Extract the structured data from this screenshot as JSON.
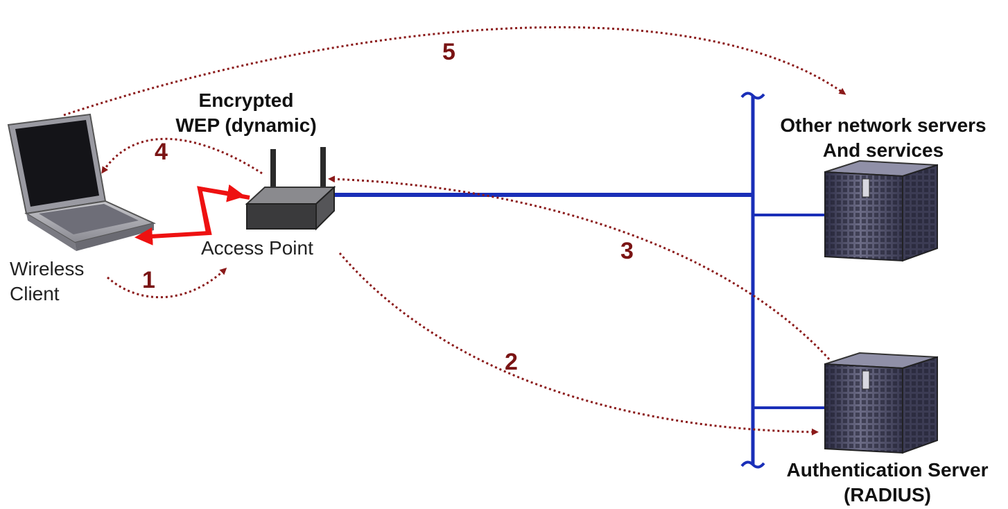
{
  "labels": {
    "encrypted_line1": "Encrypted",
    "encrypted_line2": "WEP (dynamic)",
    "wireless_client_line1": "Wireless",
    "wireless_client_line2": "Client",
    "access_point": "Access Point",
    "other_servers_line1": "Other network servers",
    "other_servers_line2": "And services",
    "auth_server_line1": "Authentication Server",
    "auth_server_line2": "(RADIUS)"
  },
  "steps": {
    "s1": "1",
    "s2": "2",
    "s3": "3",
    "s4": "4",
    "s5": "5"
  },
  "colors": {
    "flow_arrow": "#8b1a1a",
    "network_line": "#1a2fb8",
    "wireless_link": "#ee1111"
  },
  "icons": {
    "client": "laptop-icon",
    "access_point": "router-icon",
    "servers": "server-tower-icon"
  }
}
